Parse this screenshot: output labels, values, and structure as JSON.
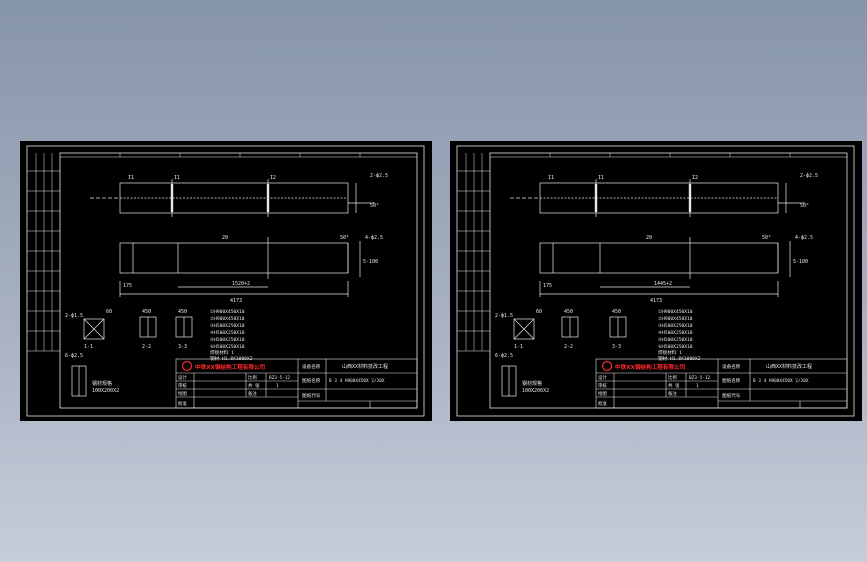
{
  "sheets": [
    {
      "id": "left",
      "company": "中铁XX钢结构工程有限公司",
      "drawing_title": "山西XX材料技改工程",
      "spec": "B 3 4 H900X450X 2/20X",
      "drawing_no": "BZ3-5-12",
      "sheet_count": "1",
      "label_project": "设备名称",
      "label_name": "图纸名称",
      "label_code": "图纸代号",
      "label_design": "设计",
      "label_check": "审核",
      "label_draw": "绘图",
      "label_approve": "批准",
      "label_scale": "比例",
      "label_sheet": "共 张",
      "label_note": "备注",
      "mark_l1": "I1",
      "mark_l2": "I1",
      "mark_l3": "I2",
      "dim_top": "2-ф2.5",
      "dim_angle": "50°",
      "dim_angle2": "50°",
      "dim_top2": "4-ф2.5",
      "dim_20": "20",
      "dim_175": "175",
      "dim_length": "4173",
      "dim_inner": "1520+2",
      "dim_right": "5-100",
      "dim_left_spec": "2-ф1.5",
      "dim_left_spec2": "6-ф2.5",
      "bom_1": "①H900X450X10",
      "bom_2": "②H900X450X10",
      "bom_3": "③H500X250X10",
      "bom_4": "④H500X250X10",
      "bom_5": "⑤H500X250X10",
      "bom_6": "⑥H500X250X10",
      "note_1": "焊接材料 1",
      "note_2": "钢材 H1.8X1000X2",
      "sec_1": "1-1",
      "sec_2": "2-2",
      "sec_3": "3-3",
      "sec_dim1": "450",
      "sec_dim2": "450",
      "sec_dim3": "60",
      "material_1": "钢材规格",
      "material_2": "100X200X2"
    },
    {
      "id": "right",
      "company": "中铁XX钢结构工程有限公司",
      "drawing_title": "山西XX材料技改工程",
      "spec": "B 3 4 H900X450X 2/20X",
      "drawing_no": "BZ3-5-12",
      "sheet_count": "1",
      "label_project": "设备名称",
      "label_name": "图纸名称",
      "label_code": "图纸代号",
      "label_design": "设计",
      "label_check": "审核",
      "label_draw": "绘图",
      "label_approve": "批准",
      "label_scale": "比例",
      "label_sheet": "共 张",
      "label_note": "备注",
      "mark_l1": "I1",
      "mark_l2": "I1",
      "mark_l3": "I2",
      "dim_top": "2-ф2.5",
      "dim_angle": "50°",
      "dim_angle2": "50°",
      "dim_top2": "4-ф2.5",
      "dim_20": "20",
      "dim_175": "175",
      "dim_length": "4173",
      "dim_inner": "1445+2",
      "dim_right": "5-100",
      "dim_left_spec": "2-ф1.5",
      "dim_left_spec2": "6-ф2.5",
      "bom_1": "①H900X450X10",
      "bom_2": "②H900X450X10",
      "bom_3": "③H500X250X10",
      "bom_4": "④H500X250X10",
      "bom_5": "⑤H500X250X10",
      "bom_6": "⑥H500X250X10",
      "note_1": "焊接材料 1",
      "note_2": "钢材 H1.8X1000X2",
      "sec_1": "1-1",
      "sec_2": "2-2",
      "sec_3": "3-3",
      "sec_dim1": "450",
      "sec_dim2": "450",
      "sec_dim3": "60",
      "material_1": "钢材规格",
      "material_2": "100X200X2"
    }
  ],
  "colors": {
    "background": "#8795a9",
    "sheet": "#000000",
    "line": "#e8e8e8",
    "logo": "#ff2a2a"
  }
}
